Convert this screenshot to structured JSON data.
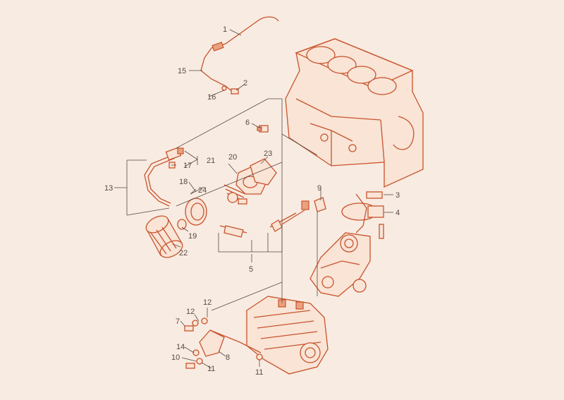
{
  "callouts": [
    {
      "id": "c1",
      "label": "1"
    },
    {
      "id": "c2",
      "label": "2"
    },
    {
      "id": "c3",
      "label": "3"
    },
    {
      "id": "c4",
      "label": "4"
    },
    {
      "id": "c5",
      "label": "5"
    },
    {
      "id": "c6",
      "label": "6"
    },
    {
      "id": "c7",
      "label": "7"
    },
    {
      "id": "c8",
      "label": "8"
    },
    {
      "id": "c9",
      "label": "9"
    },
    {
      "id": "c10",
      "label": "10"
    },
    {
      "id": "c11a",
      "label": "11"
    },
    {
      "id": "c11b",
      "label": "11"
    },
    {
      "id": "c12a",
      "label": "12"
    },
    {
      "id": "c12b",
      "label": "12"
    },
    {
      "id": "c13",
      "label": "13"
    },
    {
      "id": "c14",
      "label": "14"
    },
    {
      "id": "c15",
      "label": "15"
    },
    {
      "id": "c16",
      "label": "16"
    },
    {
      "id": "c17",
      "label": "17"
    },
    {
      "id": "c18",
      "label": "18"
    },
    {
      "id": "c19",
      "label": "19"
    },
    {
      "id": "c20",
      "label": "20"
    },
    {
      "id": "c21",
      "label": "21"
    },
    {
      "id": "c22",
      "label": "22"
    },
    {
      "id": "c23",
      "label": "23"
    },
    {
      "id": "c24",
      "label": "24"
    }
  ],
  "colors": {
    "background": "#f8ebe2",
    "parts": "#c8532b",
    "labels": "#5a4a42"
  }
}
